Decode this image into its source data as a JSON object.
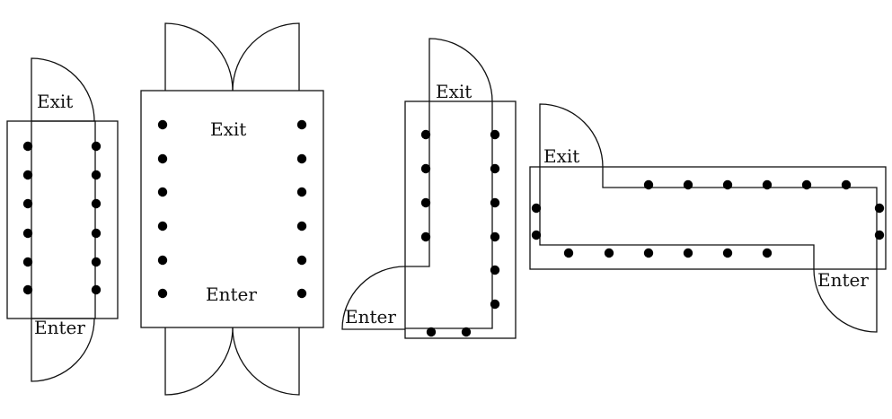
{
  "colors": {
    "line": "#111111",
    "background": "#ffffff"
  },
  "layouts": [
    {
      "exit_label": "Exit",
      "enter_label": "Enter"
    },
    {
      "exit_label": "Exit",
      "enter_label": "Enter"
    },
    {
      "exit_label": "Exit",
      "enter_label": "Enter"
    },
    {
      "exit_label": "Exit",
      "enter_label": "Enter"
    }
  ]
}
